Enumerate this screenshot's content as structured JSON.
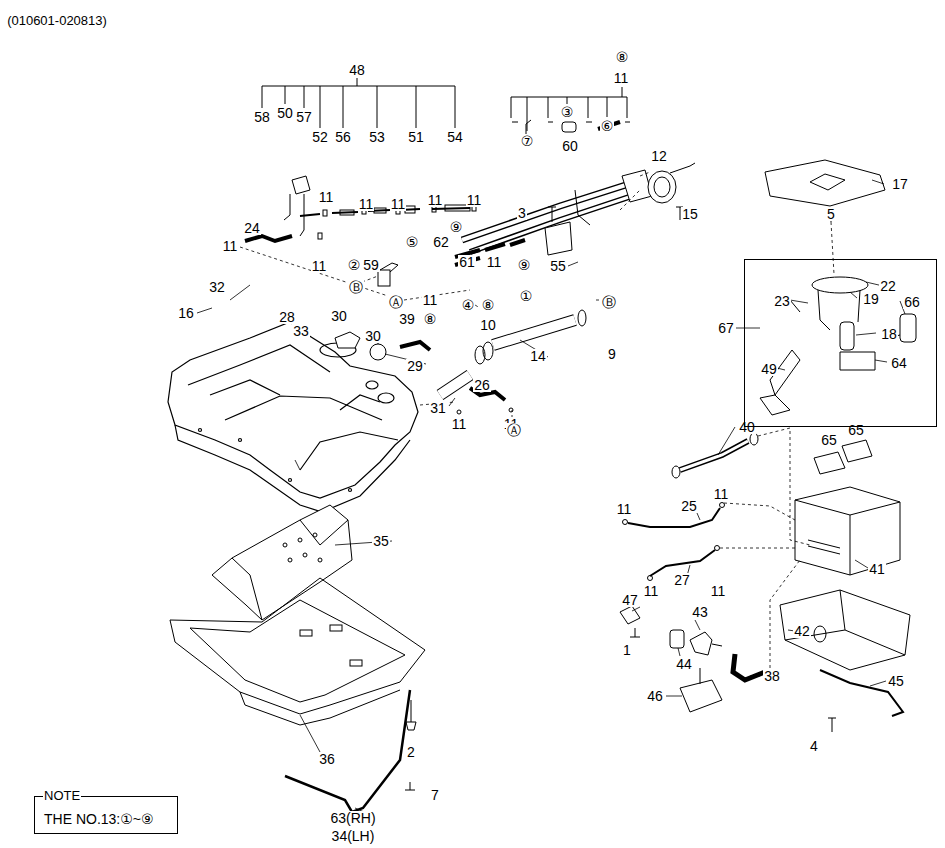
{
  "diagram": {
    "nodes": [
      {
        "text": [
          "22",
          "19",
          "23",
          "66",
          "18",
          "49",
          "64"
        ]
      },
      {
        "text": [
          "NOTE",
          "THE NO.13:①~⑨"
        ]
      }
    ],
    "labels": [
      "(010601-020813)",
      "48",
      "58",
      "50",
      "57",
      "52",
      "56",
      "53",
      "51",
      "54",
      "⑧",
      "11",
      "③",
      "⑦",
      "60",
      "⑥",
      "12",
      "11",
      "11",
      "11",
      "11",
      "11",
      "24",
      "11",
      "11",
      "3",
      "15",
      "17",
      "5",
      "⑨",
      "⑤",
      "62",
      "②",
      "59",
      "61",
      "11",
      "⑨",
      "55",
      "Ⓑ",
      "11",
      "Ⓐ",
      "④",
      "⑧",
      "①",
      "Ⓑ",
      "⑧",
      "10",
      "9",
      "14",
      "32",
      "16",
      "28",
      "30",
      "33",
      "30",
      "39",
      "29",
      "31",
      "11",
      "26",
      "11",
      "Ⓐ",
      "67",
      "40",
      "65",
      "65",
      "11",
      "25",
      "11",
      "41",
      "27",
      "11",
      "11",
      "47",
      "43",
      "1",
      "44",
      "42",
      "38",
      "46",
      "45",
      "4",
      "35",
      "36",
      "2",
      "7",
      "63(RH)",
      "34(LH)"
    ]
  }
}
